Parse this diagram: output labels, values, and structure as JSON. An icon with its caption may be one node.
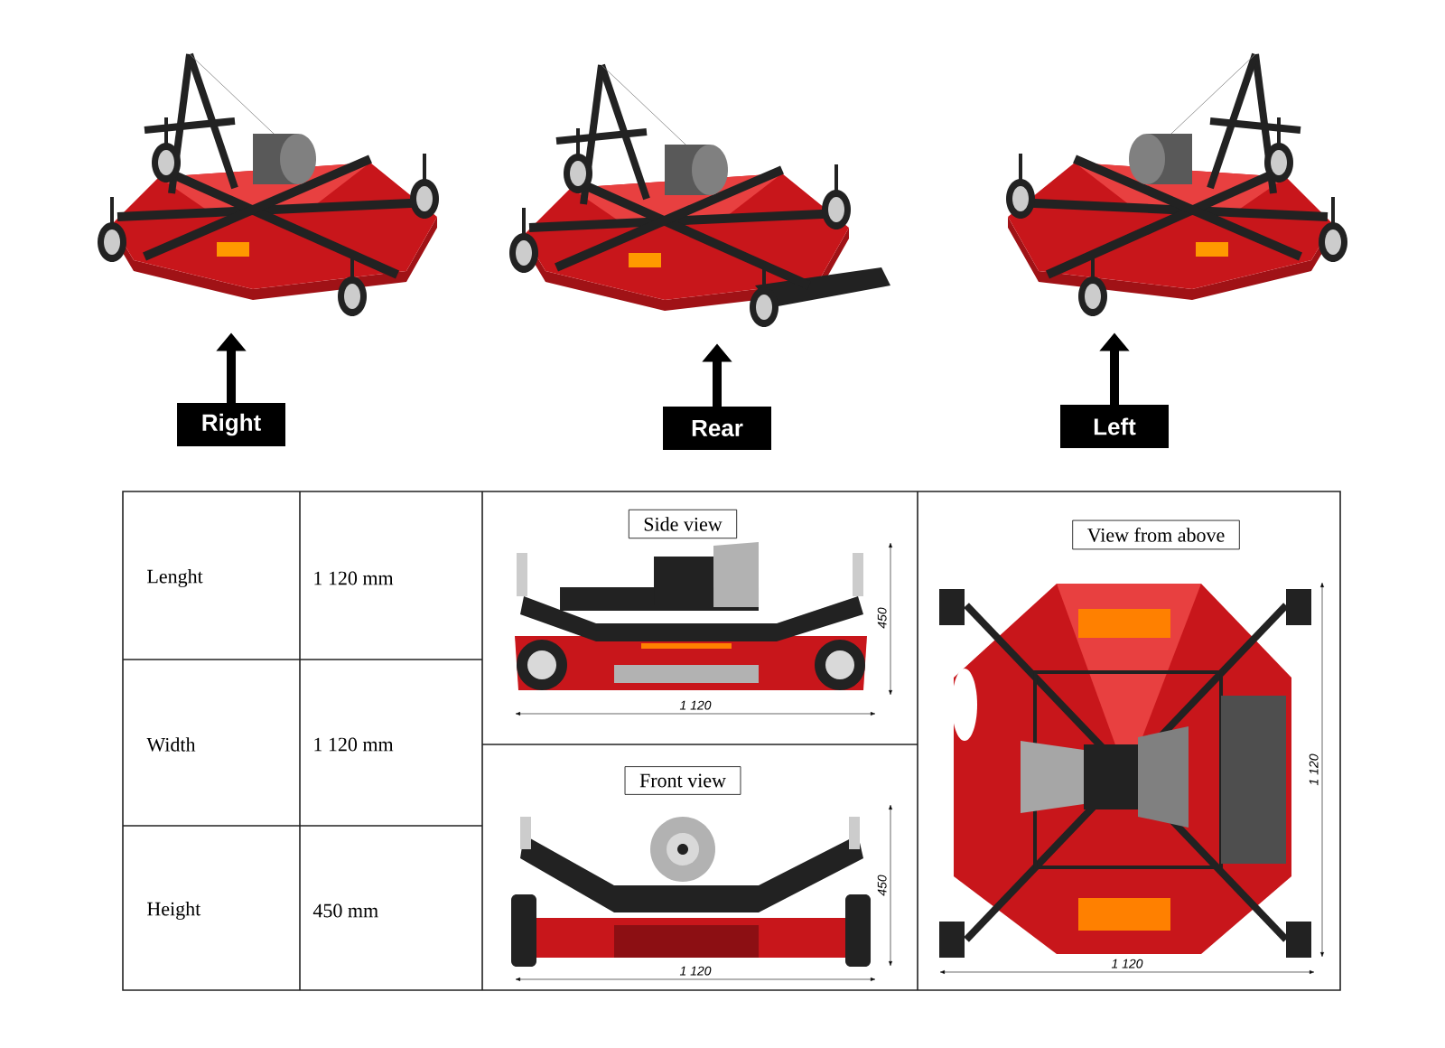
{
  "diagram": {
    "nodes": [
      {
        "text": [],
        "shape": "picture"
      },
      {
        "text": [],
        "shape": "picture"
      },
      {
        "text": [],
        "shape": "picture"
      },
      {
        "text": [
          "Right"
        ]
      },
      {
        "text": [
          "Rear"
        ]
      },
      {
        "text": [
          "Left"
        ]
      },
      {
        "text": [
          "Side view"
        ]
      },
      {
        "text": [
          "Front view"
        ]
      },
      {
        "text": [
          "View from above"
        ]
      }
    ],
    "edges": [
      {
        "from": 3,
        "to": 0,
        "arrow": "to"
      },
      {
        "from": 4,
        "to": 1,
        "arrow": "to"
      },
      {
        "from": 5,
        "to": 2,
        "arrow": "to"
      }
    ],
    "labels": [
      "Lenght",
      "1 120 mm",
      "Width",
      "1 120 mm",
      "Height",
      "450 mm",
      "450",
      "1 120",
      "450",
      "1 120",
      "1 120",
      "1 120"
    ]
  }
}
